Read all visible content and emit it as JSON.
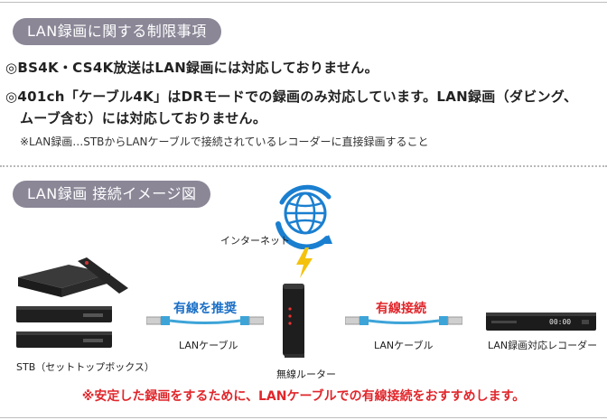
{
  "section1": {
    "heading": "LAN録画に関する制限事項",
    "items": [
      "◎BS4K・CS4K放送はLAN録画には対応しておりません。",
      "◎401ch「ケーブル4K」はDRモードでの録画のみ対応しています。LAN録画（ダビング、",
      "ムーブ含む）には対応しておりません。"
    ],
    "note": "※LAN録画…STBからLANケーブルで接続されているレコーダーに直接録画すること"
  },
  "section2": {
    "heading": "LAN録画  接続イメージ図",
    "internet_label": "インターネット",
    "stb_label": "STB（セットトップボックス）",
    "router_label": "無線ルーター",
    "recorder_label": "LAN録画対応レコーダー",
    "left_cable_title": "有線を推奨",
    "right_cable_title": "有線接続",
    "cable_label_left": "LANケーブル",
    "cable_label_right": "LANケーブル",
    "recorder_display": "00:00",
    "warning": "※安定した録画をするために、LANケーブルでの有線接続をおすすめします。"
  },
  "colors": {
    "pill_bg": "#8b8797",
    "blue_accent": "#1a6fc6",
    "red_accent": "#e0262b",
    "cable_blue": "#3da4d8",
    "bolt_yellow": "#f4c20d"
  }
}
